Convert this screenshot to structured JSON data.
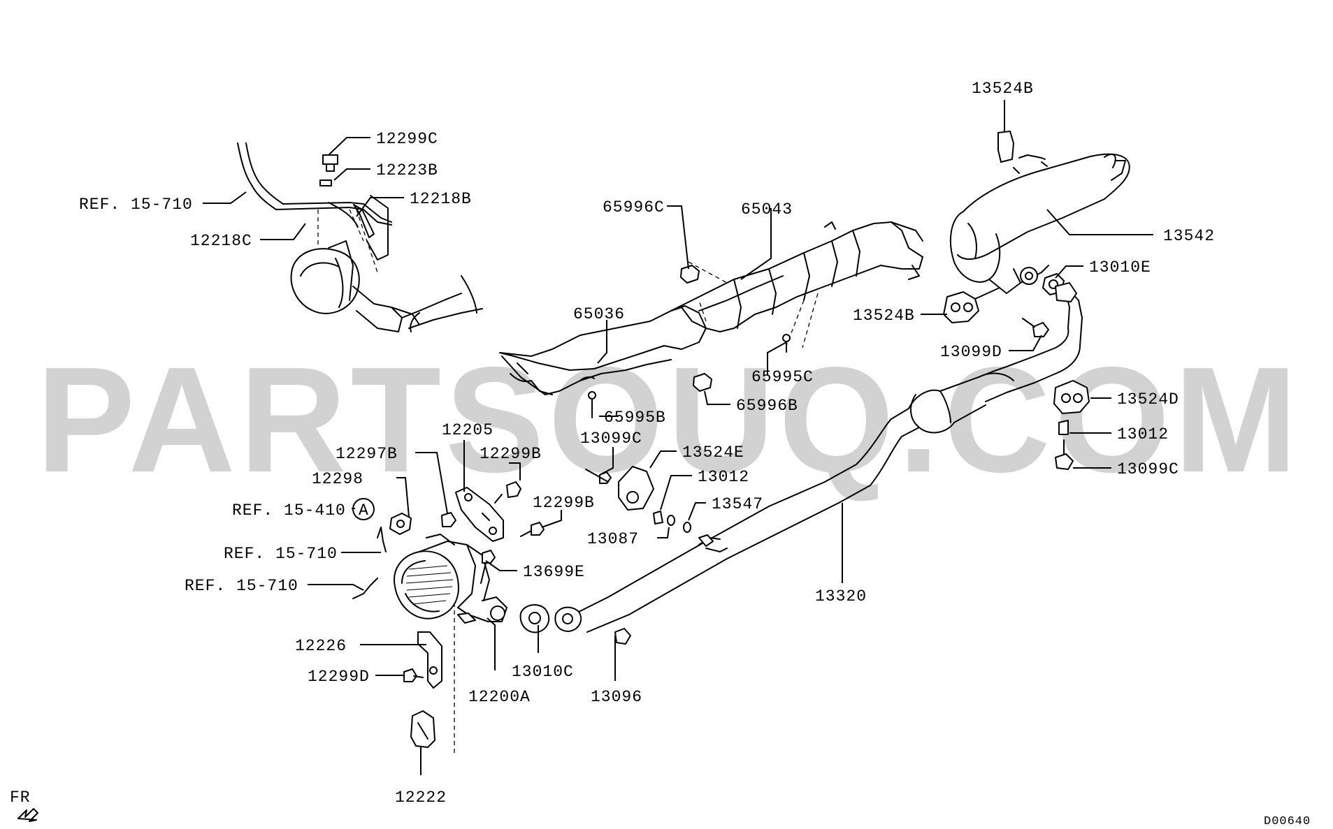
{
  "watermark": "PARTSOUQ.COM",
  "diagram_code": "D00640",
  "direction_label": "FR",
  "callout_letter": "A",
  "labels": {
    "l_12299C": "12299C",
    "l_12223B": "12223B",
    "l_12218B": "12218B",
    "l_ref_15_710_top": "REF. 15-710",
    "l_12218C": "12218C",
    "l_13524B_top": "13524B",
    "l_13542": "13542",
    "l_13010E": "13010E",
    "l_13524B_mid": "13524B",
    "l_13099D": "13099D",
    "l_65996C": "65996C",
    "l_65043": "65043",
    "l_65036": "65036",
    "l_65995C": "65995C",
    "l_65996B": "65996B",
    "l_65995B": "65995B",
    "l_13524D": "13524D",
    "l_13012_right": "13012",
    "l_13099C_right": "13099C",
    "l_12205": "12205",
    "l_12297B": "12297B",
    "l_12299B_top": "12299B",
    "l_12298": "12298",
    "l_12299B_mid": "12299B",
    "l_ref_15_410": "REF. 15-410",
    "l_13099C_mid": "13099C",
    "l_13524E": "13524E",
    "l_13012_mid": "13012",
    "l_13547": "13547",
    "l_13087": "13087",
    "l_ref_15_710_mid": "REF. 15-710",
    "l_13699E": "13699E",
    "l_ref_15_710_low": "REF. 15-710",
    "l_13320": "13320",
    "l_12226": "12226",
    "l_12299D": "12299D",
    "l_13010C": "13010C",
    "l_12200A": "12200A",
    "l_13096": "13096",
    "l_12222": "12222"
  }
}
